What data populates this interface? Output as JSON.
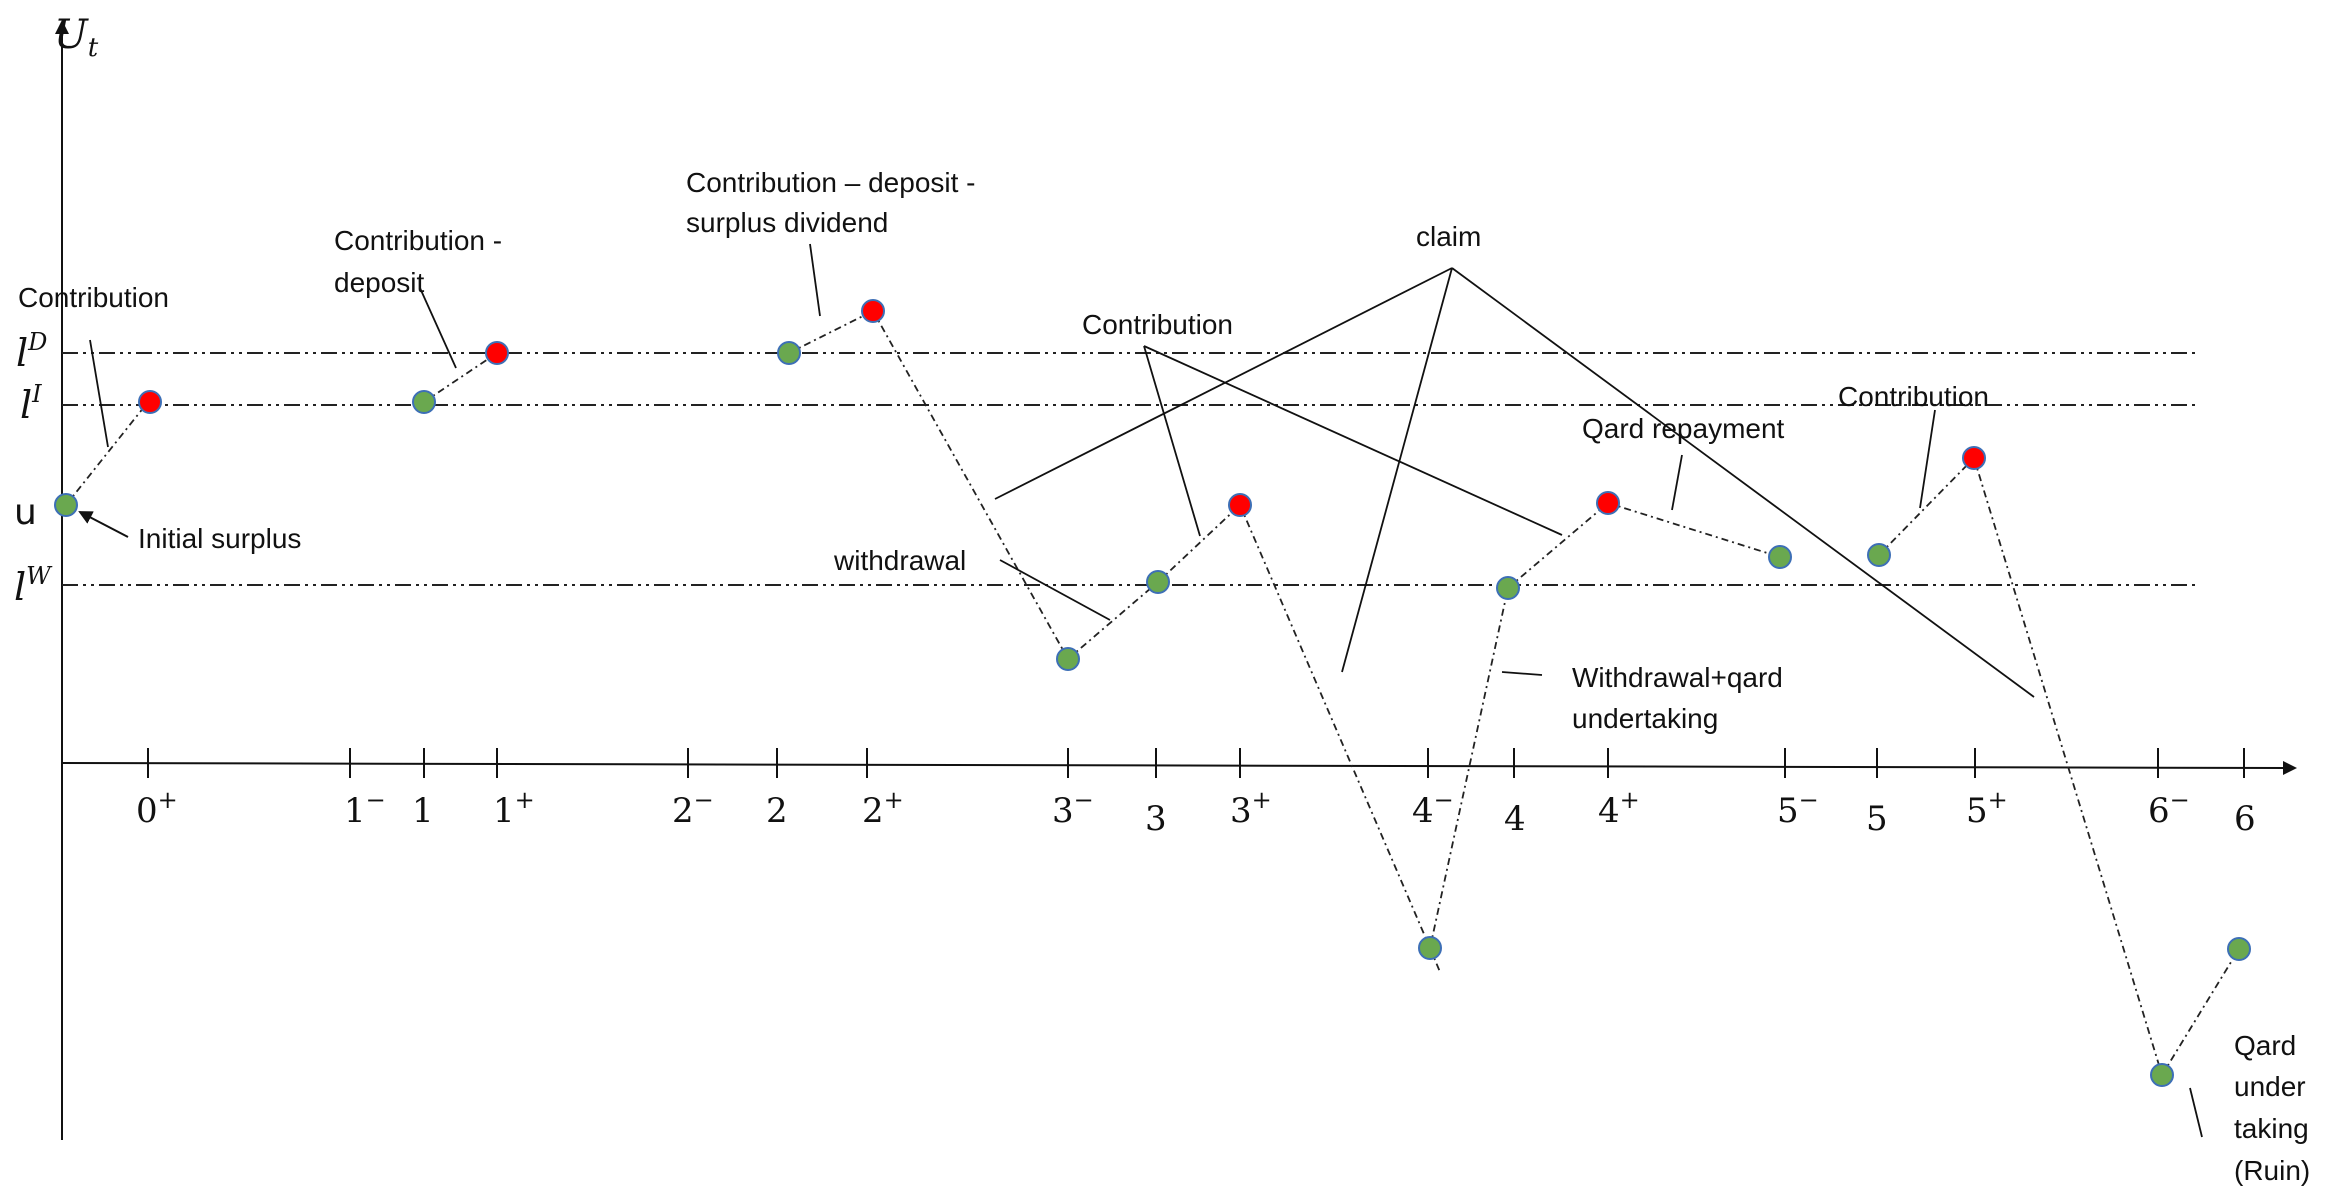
{
  "axis": {
    "y_label": "U",
    "y_label_sub": "t"
  },
  "levels": [
    {
      "id": "lD",
      "label": "l",
      "sup": "D"
    },
    {
      "id": "lI",
      "label": "l",
      "sup": "I"
    },
    {
      "id": "u",
      "label": "u",
      "sup": ""
    },
    {
      "id": "lW",
      "label": "l",
      "sup": "W"
    }
  ],
  "ticks": [
    {
      "base": "0",
      "sup": "+"
    },
    {
      "base": "1",
      "sup": "−"
    },
    {
      "base": "1",
      "sup": ""
    },
    {
      "base": "1",
      "sup": "+"
    },
    {
      "base": "2",
      "sup": "−"
    },
    {
      "base": "2",
      "sup": ""
    },
    {
      "base": "2",
      "sup": "+"
    },
    {
      "base": "3",
      "sup": "−"
    },
    {
      "base": "3",
      "sup": ""
    },
    {
      "base": "3",
      "sup": "+"
    },
    {
      "base": "4",
      "sup": "−"
    },
    {
      "base": "4",
      "sup": ""
    },
    {
      "base": "4",
      "sup": "+"
    },
    {
      "base": "5",
      "sup": "−"
    },
    {
      "base": "5",
      "sup": ""
    },
    {
      "base": "5",
      "sup": "+"
    },
    {
      "base": "6",
      "sup": "−"
    },
    {
      "base": "6",
      "sup": ""
    }
  ],
  "colors": {
    "green_point": "#6aa84f",
    "red_point": "#ff0000",
    "point_stroke": "#3d6fb6",
    "line": "#111111"
  },
  "annotations": {
    "contribution_1": "Contribution",
    "initial_surplus": "Initial surplus",
    "contribution_deposit_1": "Contribution -",
    "contribution_deposit_2": "deposit",
    "cds_1": "Contribution – deposit -",
    "cds_2": "surplus dividend",
    "claim": "claim",
    "contribution_2": "Contribution",
    "withdrawal": "withdrawal",
    "qard_repayment": "Qard repayment",
    "contribution_3": "Contribution",
    "withdrawal_qard_1": "Withdrawal+qard",
    "withdrawal_qard_2": "undertaking",
    "ruin_1": "Qard",
    "ruin_2": "under",
    "ruin_3": "taking",
    "ruin_4": "(Ruin)"
  }
}
